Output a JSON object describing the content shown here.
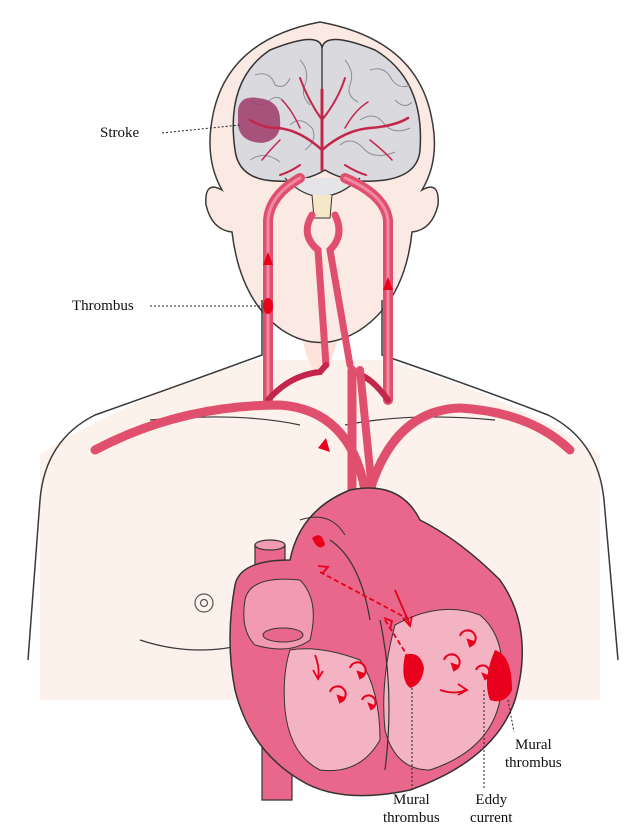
{
  "labels": {
    "stroke": "Stroke",
    "thrombus": "Thrombus",
    "mural_thrombus_right": [
      "Mural",
      "thrombus"
    ],
    "mural_thrombus_bottom": [
      "Mural",
      "thrombus"
    ],
    "eddy_current": [
      "Eddy",
      "current"
    ]
  },
  "colors": {
    "skin_outline": "#3a3a3a",
    "skin_shade": "#fbe3dc",
    "artery": "#e0506e",
    "artery_dark": "#c4264b",
    "heart": "#e8678a",
    "heart_light": "#f19ab2",
    "thrombus": "#e8001c",
    "stroke_area": "#9c3a6a",
    "brain": "#d9d9de"
  }
}
